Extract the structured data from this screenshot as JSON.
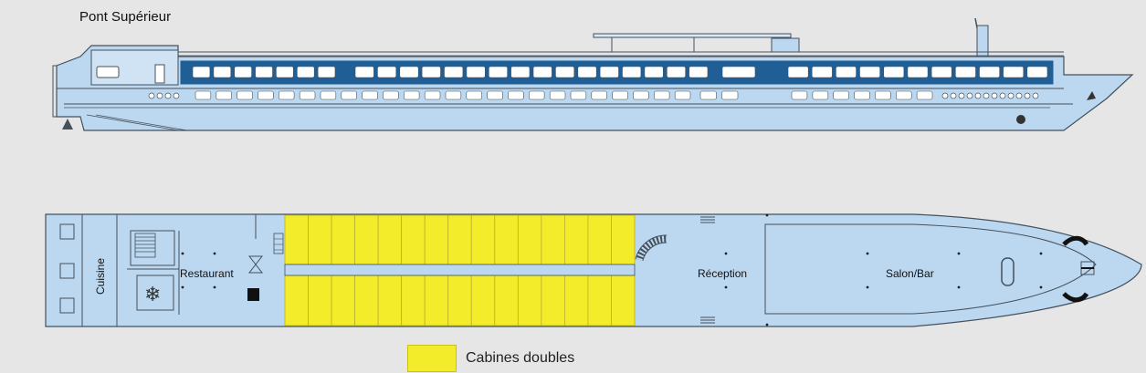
{
  "deck_title": "Pont Supérieur",
  "rooms": {
    "kitchen": "Cuisine",
    "restaurant": "Restaurant",
    "reception": "Réception",
    "lounge": "Salon/Bar"
  },
  "legend": {
    "label": "Cabines doubles",
    "color": "#f3ec2a"
  },
  "colors": {
    "hull": "#bcd8f0",
    "deck_floor": "#bcd8f0",
    "window_band": "#1f5f96",
    "outline": "#44505c",
    "cabin": "#f3ec2a"
  },
  "cabins": {
    "per_row": 15,
    "rows": 2
  }
}
